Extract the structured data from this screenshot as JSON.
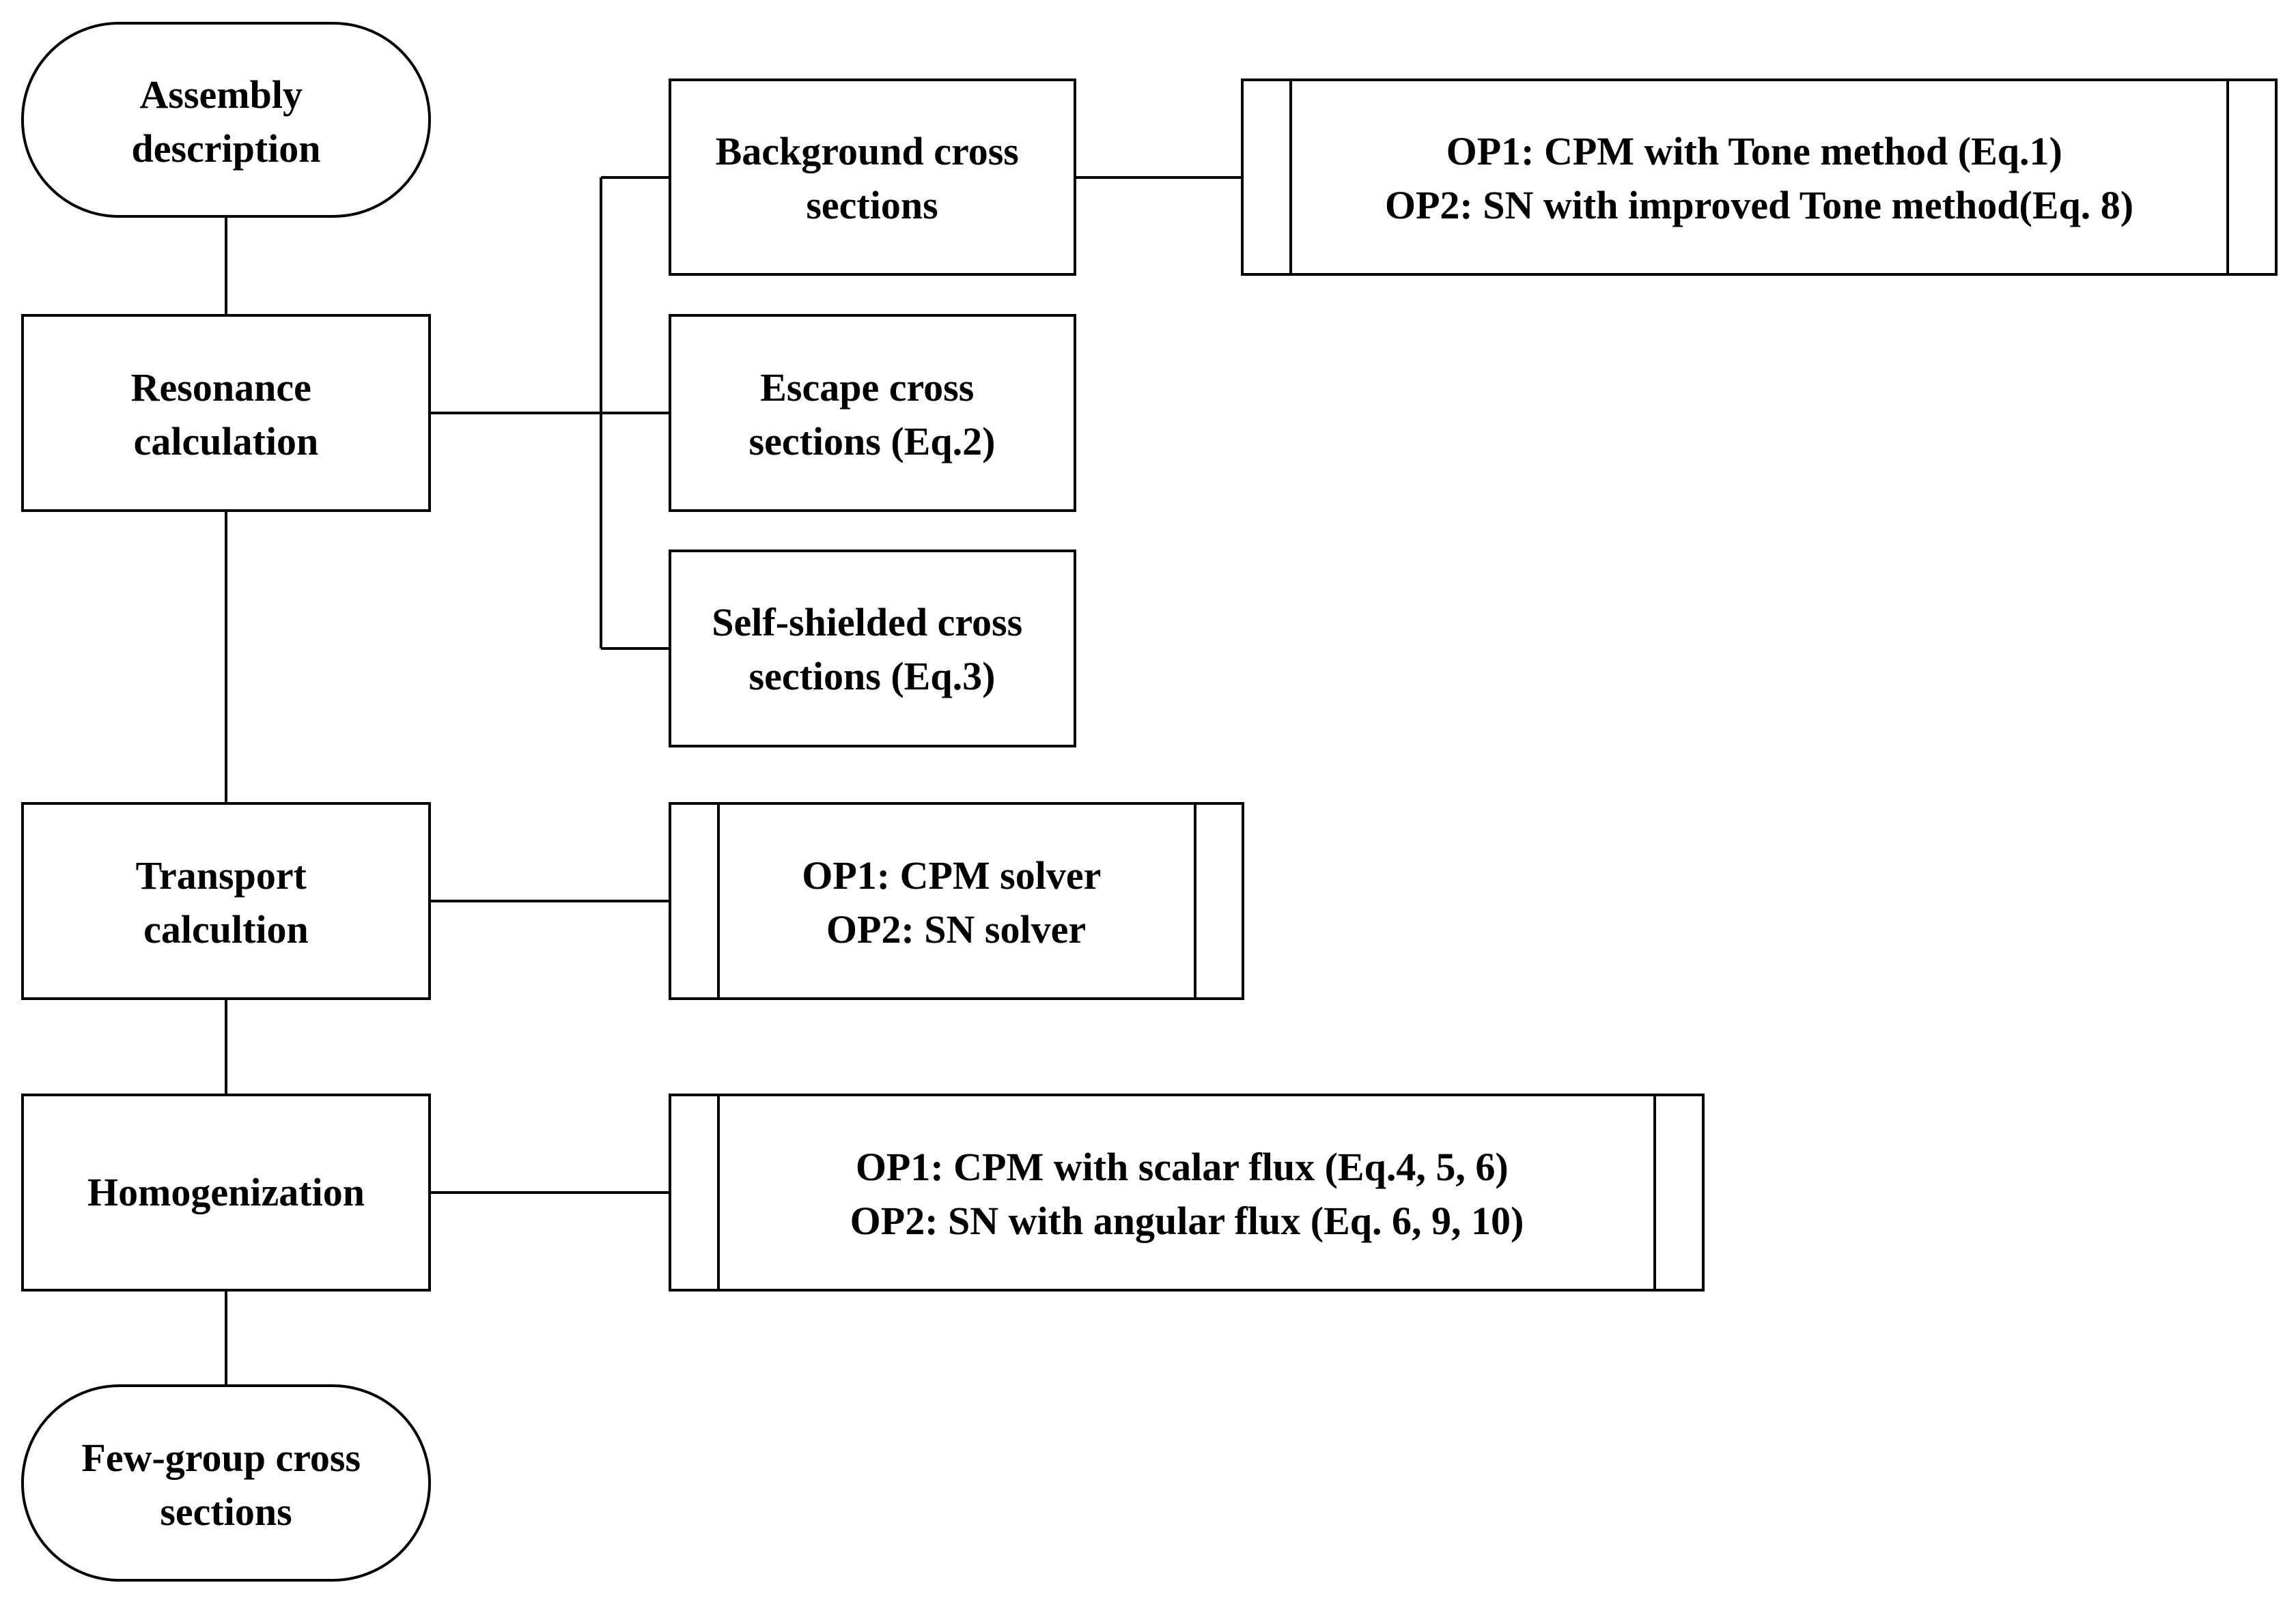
{
  "main_flow": {
    "assembly": [
      "Assembly",
      "description"
    ],
    "resonance": [
      "Resonance",
      "calculation"
    ],
    "transport": [
      "Transport",
      "calcultion"
    ],
    "homogenization": [
      "Homogenization"
    ],
    "fewgroup": [
      "Few-group cross",
      "sections"
    ]
  },
  "resonance_steps": {
    "background": [
      "Background cross",
      "sections"
    ],
    "escape": [
      "Escape cross",
      "sections (Eq.2)"
    ],
    "selfshield": [
      "Self-shielded cross",
      "sections (Eq.3)"
    ]
  },
  "options": {
    "background": [
      "OP1: CPM with Tone method (Eq.1)",
      "OP2: SN with improved Tone method(Eq. 8)"
    ],
    "transport": [
      "OP1: CPM solver",
      "OP2: SN solver"
    ],
    "homogenization": [
      "OP1: CPM with scalar flux (Eq.4, 5, 6)",
      "OP2: SN with angular flux (Eq. 6, 9, 10)"
    ]
  }
}
